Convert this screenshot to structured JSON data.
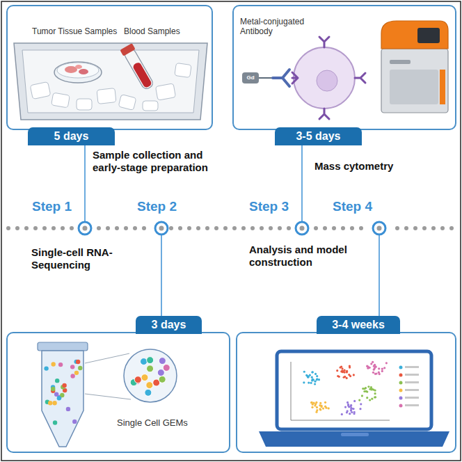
{
  "diagram": {
    "nodes": [
      {
        "text": [
          "5 days"
        ]
      },
      {
        "text": [
          "3-5 days"
        ]
      },
      {
        "text": [
          "3 days"
        ]
      },
      {
        "text": [
          "3-4 weeks"
        ]
      }
    ],
    "labels": [
      "Tumor Tissue Samples",
      "Blood Samples",
      "Metal-conjugated Antibody",
      "Gd",
      "Sample collection and early-stage preparation",
      "Mass cytometry",
      "Step 1",
      "Step 2",
      "Step 3",
      "Step 4",
      "Single-cell RNA-Sequencing",
      "Analysis and model construction",
      "Single Cell GEMs"
    ]
  }
}
